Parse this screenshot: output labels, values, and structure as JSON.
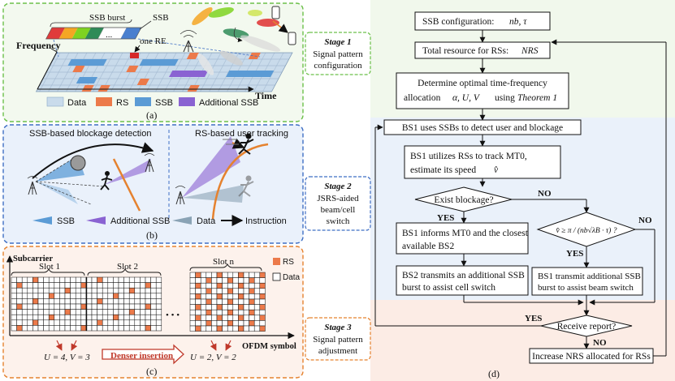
{
  "panel_a": {
    "ssb_burst": "SSB burst",
    "ssb": "SSB",
    "one_re": "one RE",
    "frequency": "Frequency",
    "time": "Time",
    "ellipsis": "...",
    "legend": {
      "data": "Data",
      "rs": "RS",
      "ssb": "SSB",
      "additional_ssb": "Additional SSB"
    },
    "caption": "(a)"
  },
  "panel_b": {
    "left_title": "SSB-based blockage detection",
    "right_title": "RS-based user tracking",
    "legend": {
      "ssb": "SSB",
      "additional_ssb": "Additional SSB",
      "data": "Data",
      "instruction": "Instruction"
    },
    "caption": "(b)"
  },
  "panel_c": {
    "subcarrier": "Subcarrier",
    "slot1": "Slot 1",
    "slot2": "Slot 2",
    "slotn": "Slot n",
    "legend_rs": "RS",
    "legend_data": "Data",
    "ofdm": "OFDM symbol",
    "uv_left": "U = 4, V = 3",
    "uv_right": "U = 2, V = 2",
    "denser": "Denser insertion",
    "ellipsis": "• • •",
    "caption": "(c)"
  },
  "stages": {
    "s1_title": "Stage 1",
    "s1_line1": "Signal pattern",
    "s1_line2": "configuration",
    "s2_title": "Stage 2",
    "s2_line1": "JSRS-aided",
    "s2_line2": "beam/cell",
    "s2_line3": "switch",
    "s3_title": "Stage 3",
    "s3_line1": "Signal pattern",
    "s3_line2": "adjustment"
  },
  "flow": {
    "b1": "SSB configuration:",
    "b1_math": "nb, τ",
    "b2": "Total resource for RSs:",
    "b2_math": "NRS",
    "b3_l1": "Determine optimal time-frequency",
    "b3_l2": "allocation",
    "b3_math": "α, U, V",
    "b3_l3": "using",
    "b3_ref": "Theorem 1",
    "b4": "BS1 uses SSBs to detect user and blockage",
    "b5_l1": "BS1 utilizes RSs to track MT0,",
    "b5_l2": "estimate its speed",
    "b5_math": "v̂",
    "d1": "Exist blockage?",
    "yes1": "YES",
    "no1": "NO",
    "d2": "v̂ ≥ π / (nb√λB · τ) ?",
    "no2": "NO",
    "yes2": "YES",
    "b6_l1": "BS1 informs MT0 and the closest",
    "b6_l2": "available BS2",
    "b7_l1": "BS2 transmits an additional SSB",
    "b7_l2": "burst to assist cell switch",
    "b8_l1": "BS1 transmit additional SSB",
    "b8_l2": "burst to assist beam switch",
    "d3": "Receive report?",
    "yes3": "YES",
    "no3": "NO",
    "b9": "Increase NRS allocated for RSs",
    "caption": "(d)"
  },
  "colors": {
    "green": "#6cc04a",
    "green_bg": "#eef7e8",
    "blue": "#3f6fc4",
    "blue_bg": "#e9eff9",
    "orange": "#e5822f",
    "orange_bg": "#fcece4",
    "rs": "#ec7a4a",
    "ssb": "#5b9bd5",
    "add_ssb": "#8a63d2",
    "data": "#c9dbeb"
  }
}
